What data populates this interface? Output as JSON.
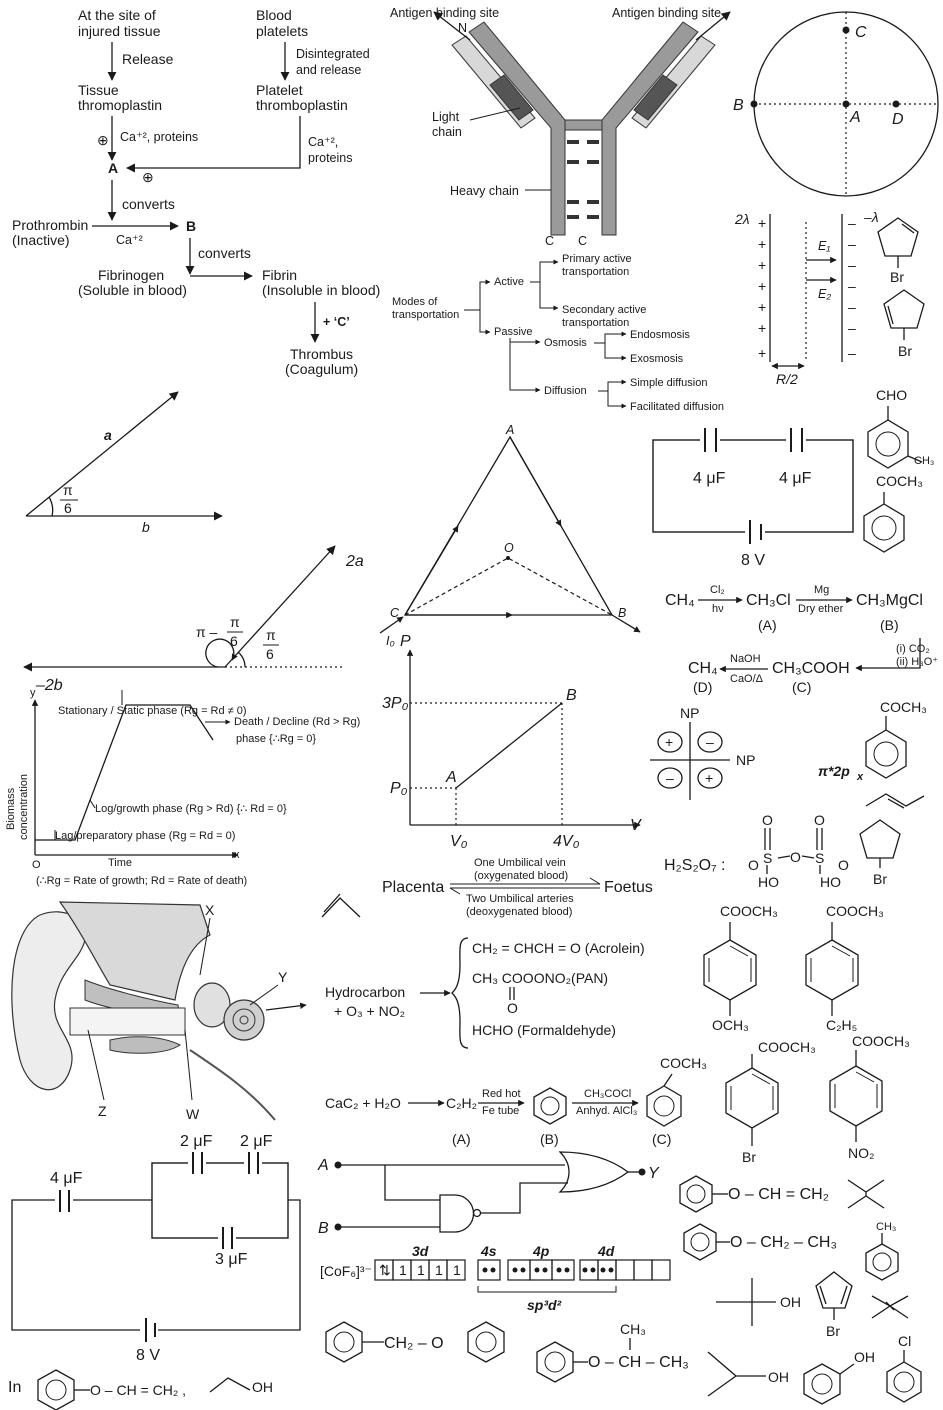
{
  "coag": {
    "site": [
      "At the site of",
      "injured tissue"
    ],
    "release": "Release",
    "tissue_tp": [
      "Tissue",
      "thromoplastin"
    ],
    "ca_proteins1": "Ca⁺², proteins",
    "platelets": [
      "Blood",
      "platelets"
    ],
    "disint": [
      "Disintegrated",
      "and release"
    ],
    "platelet_tp": [
      "Platelet",
      "thromboplastin"
    ],
    "ca_proteins2": [
      "Ca⁺²,",
      "proteins"
    ],
    "A": "A",
    "converts1": "converts",
    "prothrombin": [
      "Prothrombin",
      "(Inactive)"
    ],
    "ca2": "Ca⁺²",
    "B": "B",
    "converts2": "converts",
    "fibrinogen": [
      "Fibrinogen",
      "(Soluble in blood)"
    ],
    "fibrin": [
      "Fibrin",
      "(Insoluble in blood)"
    ],
    "plusC": "+ ‘C’",
    "thrombus": [
      "Thrombus",
      "(Coagulum)"
    ]
  },
  "antibody": {
    "abs_left": "Antigen binding site",
    "abs_right": "Antigen binding site",
    "N": "N",
    "light": [
      "Light",
      "chain"
    ],
    "heavy": "Heavy chain",
    "C1": "C",
    "C2": "C"
  },
  "circle": {
    "C": "C",
    "B": "B",
    "A": "A",
    "D": "D"
  },
  "transport": {
    "modes": [
      "Modes of",
      "transportation"
    ],
    "active": "Active",
    "primary": [
      "Primary active",
      "transportation"
    ],
    "secondary": [
      "Secondary active",
      "transportation"
    ],
    "passive": "Passive",
    "osmosis": "Osmosis",
    "endo": "Endosmosis",
    "exo": "Exosmosis",
    "diffusion": "Diffusion",
    "simple": "Simple diffusion",
    "facilitated": "Facilitated diffusion"
  },
  "plates": {
    "two_lambda": "2λ",
    "minus_lambda": "–λ",
    "E1": "E₁",
    "E2": "E₂",
    "R2": "R/2",
    "plus": "+",
    "minus": "–",
    "br1": "Br",
    "br2": "Br"
  },
  "vec1": {
    "a": "a",
    "pi": "π",
    "six": "6",
    "b": "b"
  },
  "vec2": {
    "twoa": "2a",
    "pi_minus": "π –",
    "pi": "π",
    "six": "6",
    "minus2b": "–2b"
  },
  "triangle": {
    "A": "A",
    "O": "O",
    "C": "C",
    "B": "B",
    "I0": "I₀"
  },
  "circuit1": {
    "c1": "4 μF",
    "c2": "4 μF",
    "v": "8 V"
  },
  "struct_labels": {
    "cho": "CHO",
    "ch3": "CH₃",
    "coch3a": "COCH₃",
    "coch3b": "COCH₃",
    "br_ring": "Br",
    "so_label": "H₂S₂O₇ :",
    "o": "O",
    "s": "S",
    "ho": "HO",
    "oh_tail": "OH",
    "pi2px": "π*2p",
    "pi_sub": "x"
  },
  "grignard": {
    "ch4": "CH₄",
    "cl2": "Cl₂",
    "hv": "hν",
    "ch3cl": "CH₃Cl",
    "mg": "Mg",
    "ether": "Dry ether",
    "ch3mgcl": "CH₃MgCl",
    "labA": "(A)",
    "labB": "(B)",
    "co2": "(i) CO₂",
    "h3o": "(ii) H₃O⁺",
    "ch3cooh": "CH₃COOH",
    "naoh": "NaOH",
    "cao": "CaO/Δ",
    "ch4d": "CH₄",
    "labD": "(D)",
    "labC": "(C)"
  },
  "orbital": {
    "np_top": "NP",
    "np_right": "NP",
    "plus": "+",
    "minus": "–"
  },
  "growth": {
    "y": "y",
    "ylabel": [
      "Biomass",
      "concentration"
    ],
    "stationary": "Stationary / Static phase  (Rg = Rd ≠ 0)",
    "death": "Death / Decline (Rd > Rg)",
    "death2": "phase  {∴Rg = 0}",
    "log": "Log/growth phase  (Rg > Rd) {∴ Rd = 0}",
    "lag": "Lag/preparatory phase  (Rg = Rd = 0)",
    "O": "O",
    "time": "Time",
    "x": "x",
    "note": "(∴Rg = Rate of growth; Rd = Rate of death)"
  },
  "pv": {
    "P": "P",
    "V": "V",
    "threeP0": "3P₀",
    "P0": "P₀",
    "V0": "V₀",
    "fourV0": "4V₀",
    "A": "A",
    "B": "B"
  },
  "placenta": {
    "placenta": "Placenta",
    "foetus": "Foetus",
    "top": [
      "One Umbilical vein",
      "(oxygenated blood)"
    ],
    "bottom": [
      "Two Umbilical arteries",
      "(deoxygenated blood)"
    ]
  },
  "ear": {
    "X": "X",
    "Y": "Y",
    "Z": "Z",
    "W": "W"
  },
  "smog": {
    "hc": "Hydrocarbon",
    "o3": "+ O₃ + NO₂",
    "acrolein": "CH₂ = CHCH = O (Acrolein)",
    "pan": "CH₃ COOONO₂(PAN)",
    "pan_o": "O",
    "hcho": "HCHO (Formaldehyde)"
  },
  "esters": {
    "cooch3": "COOCH₃",
    "och3": "OCH₃",
    "c2h5": "C₂H₅",
    "br": "Br",
    "no2": "NO₂"
  },
  "carbide": {
    "lhs": "CaC₂ + H₂O",
    "c2h2": "C₂H₂",
    "redhot": "Red hot",
    "fetube": "Fe tube",
    "ch3cocl": "CH₃COCl",
    "alcl3": "Anhyd. AlCl₃",
    "coch3": "COCH₃",
    "A": "(A)",
    "B": "(B)",
    "C": "(C)"
  },
  "circuit2": {
    "c2a": "2 μF",
    "c2b": "2 μF",
    "c4": "4 μF",
    "c3": "3 μF",
    "v": "8 V"
  },
  "logic": {
    "A": "A",
    "B": "B",
    "Y": "Y"
  },
  "cof6": {
    "ion": "[CoF₆]³⁻",
    "d3": "3d",
    "s4": "4s",
    "p4": "4p",
    "d4": "4d",
    "hyb": "sp³d²",
    "cells": [
      "⇅",
      "1",
      "1",
      "1",
      "1"
    ]
  },
  "ethers": {
    "vinyl": "O – CH = CH₂",
    "ethyl": "O – CH₂ – CH₃",
    "benzyl": "CH₂ – O",
    "isoprop": "O – CH – CH₃",
    "ch3": "CH₃",
    "oh": "OH",
    "br": "Br",
    "cl": "Cl",
    "in": "In",
    "vinyl2": "O – CH = CH₂ ,"
  }
}
